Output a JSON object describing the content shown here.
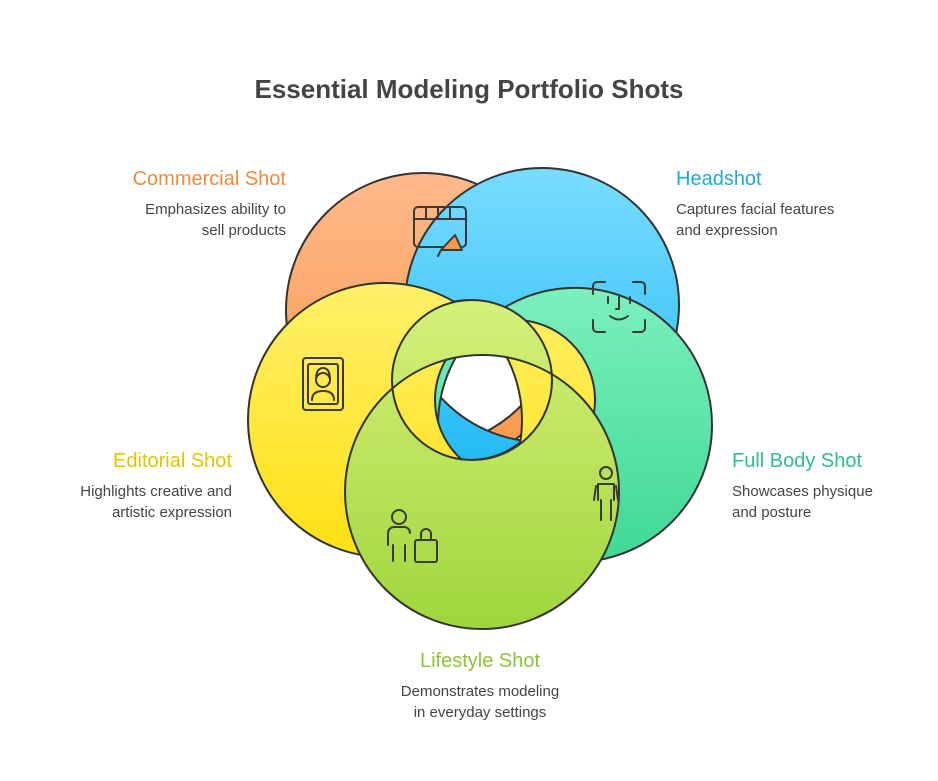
{
  "title": "Essential Modeling Portfolio Shots",
  "items": [
    {
      "key": "commercial",
      "title": "Commercial Shot",
      "description_lines": [
        "Emphasizes ability to",
        "sell products"
      ],
      "color": "#F08A3C",
      "fill_top": "#FFB98A",
      "fill_bottom": "#F6994A",
      "icon": "film-megaphone-icon"
    },
    {
      "key": "headshot",
      "title": "Headshot",
      "description_lines": [
        "Captures facial features",
        "and expression"
      ],
      "color": "#1FA8DE",
      "fill_top": "#7ADCFF",
      "fill_bottom": "#22BBF4",
      "icon": "face-scan-icon"
    },
    {
      "key": "fullbody",
      "title": "Full Body Shot",
      "description_lines": [
        "Showcases physique",
        "and posture"
      ],
      "color": "#2FBF8A",
      "fill_top": "#7BF0BD",
      "fill_bottom": "#3FD894",
      "icon": "full-body-person-icon"
    },
    {
      "key": "lifestyle",
      "title": "Lifestyle Shot",
      "description_lines": [
        "Demonstrates modeling",
        "in everyday settings"
      ],
      "color": "#8CC43C",
      "fill_top": "#D6F07A",
      "fill_bottom": "#9FD63C",
      "icon": "person-shopping-bag-icon"
    },
    {
      "key": "editorial",
      "title": "Editorial Shot",
      "description_lines": [
        "Highlights creative and",
        "artistic expression"
      ],
      "color": "#E2C400",
      "fill_top": "#FFF06A",
      "fill_bottom": "#FFE014",
      "icon": "magazine-portrait-icon"
    }
  ]
}
